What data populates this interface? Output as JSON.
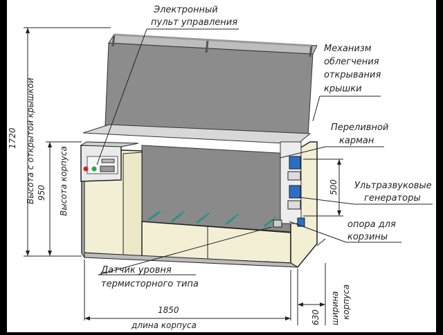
{
  "callouts": {
    "control_panel": [
      "Электронный",
      "пульт управления"
    ],
    "lid_mechanism": [
      "Механизм",
      "облегчения",
      "открывания",
      "крышки"
    ],
    "overflow_pocket": [
      "Переливной",
      "карман"
    ],
    "ultrasonic": [
      "Ультразвуковые",
      "генераторы"
    ],
    "basket_support": [
      "опора для",
      "корзины"
    ],
    "level_sensor": [
      "Датчик уровня",
      "термисторного типа"
    ]
  },
  "dimensions": {
    "height_open_value": "1720",
    "height_open_label": "Высота с открытой крышкой",
    "height_body_value": "950",
    "height_body_label": "Высота корпуса",
    "length_value": "1850",
    "length_label": "длина корпуса",
    "width_value": "630",
    "width_label": "ширина корпуса",
    "generator_value": "500"
  },
  "colors": {
    "background": "#ffffff",
    "frame": "#000000",
    "lid": "#8c8c8c",
    "panel": "#f2efd5",
    "rail": "#c8c8c8",
    "basket_bar": "#2f8f8a",
    "button_red": "#d42020",
    "button_green": "#2aa84a",
    "connector_blue": "#2b6fc4"
  }
}
